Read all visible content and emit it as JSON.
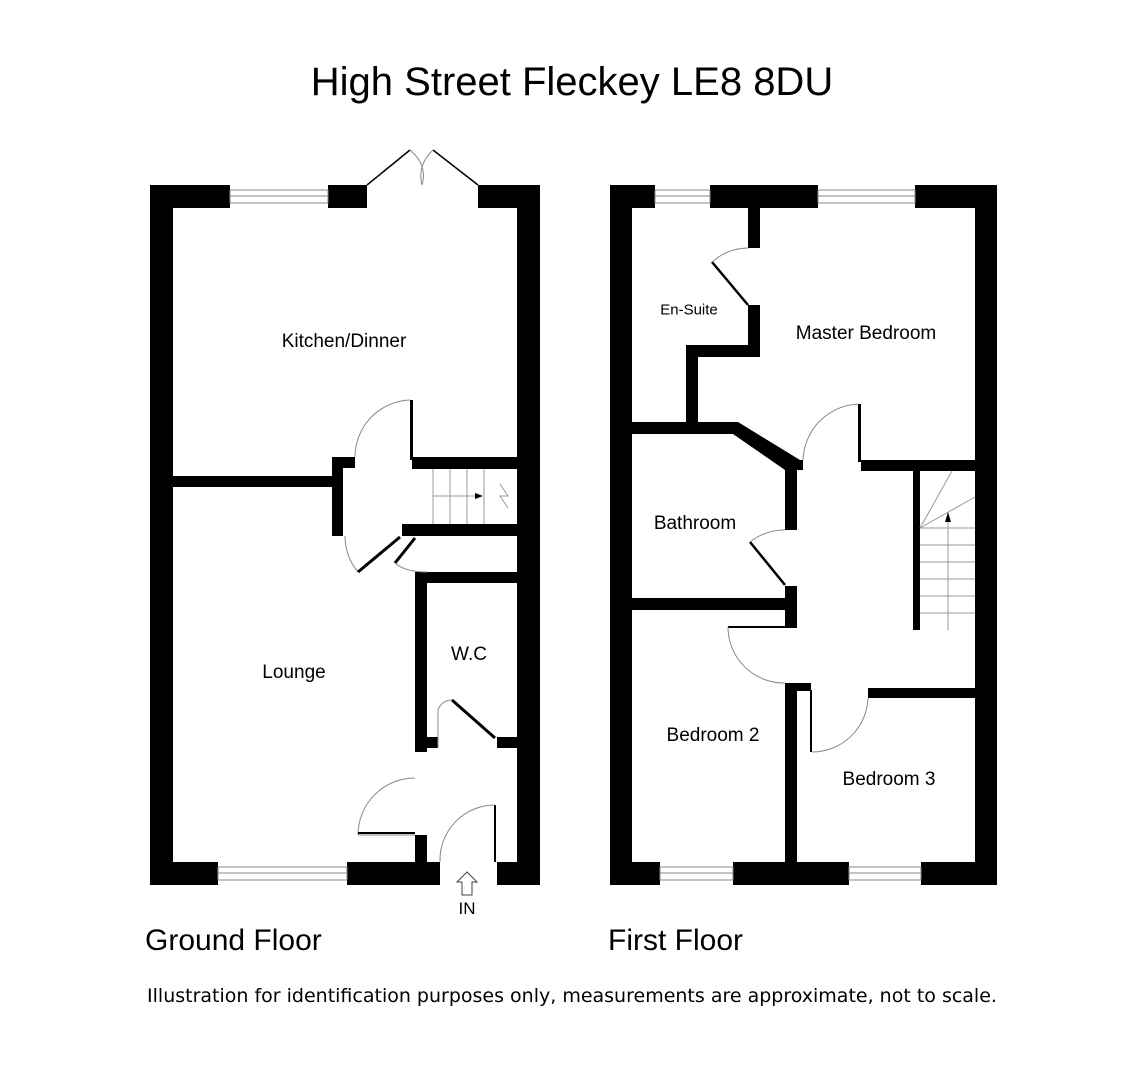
{
  "title": "High Street Fleckey LE8 8DU",
  "ground_floor": {
    "label": "Ground Floor",
    "rooms": [
      "Kitchen/Dinner",
      "Lounge",
      "W.C"
    ],
    "entrance": "IN"
  },
  "first_floor": {
    "label": "First Floor",
    "rooms": [
      "En-Suite",
      "Master Bedroom",
      "Bathroom",
      "Bedroom 2",
      "Bedroom 3"
    ]
  },
  "disclaimer": "Illustration for identification purposes only, measurements are approximate, not to scale."
}
